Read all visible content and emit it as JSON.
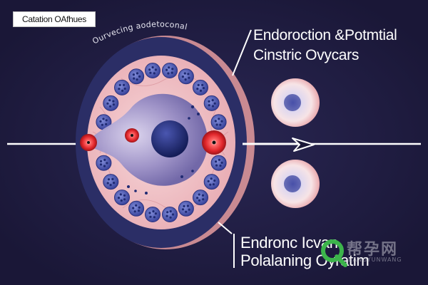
{
  "diagram": {
    "corner_label": "Catation OAfhues",
    "arc_label": "Ourvecing aodetoconal",
    "heading_top_line1": "Endoroction  &Potmtial",
    "heading_top_line2": "Cinstric Ovycars",
    "heading_bottom_line1": "Endronc Icvan",
    "heading_bottom_line2": "Polalaning Oyratim"
  },
  "watermark": {
    "brand": "帮孕网",
    "sub": "BANGYUNWANG"
  },
  "colors": {
    "background": "#1e1b3e",
    "outer_ring": "#2b2e66",
    "tissue": "#f1c4c8",
    "cell": "#4b57b5",
    "nucleus": "#1f2a72",
    "red_dot": "#e0262b",
    "accent_green": "#3cb44b"
  }
}
